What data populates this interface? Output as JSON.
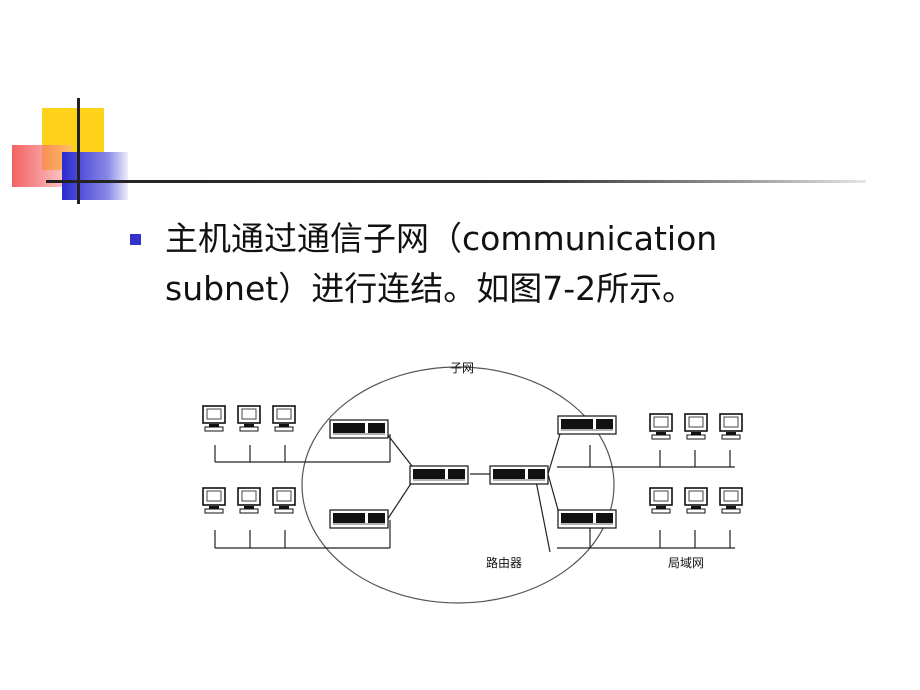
{
  "slide": {
    "bullet_line1": "主机通过通信子网（communication",
    "bullet_line2": "subnet）进行连结。如图7-2所示。"
  },
  "diagram": {
    "subnet_label": "子网",
    "router_label": "路由器",
    "lan_label": "局域网"
  },
  "colors": {
    "accent_yellow": "#ffd21a",
    "accent_red": "#f05050",
    "accent_blue": "#2a2ad0",
    "bullet": "#3333cc"
  }
}
